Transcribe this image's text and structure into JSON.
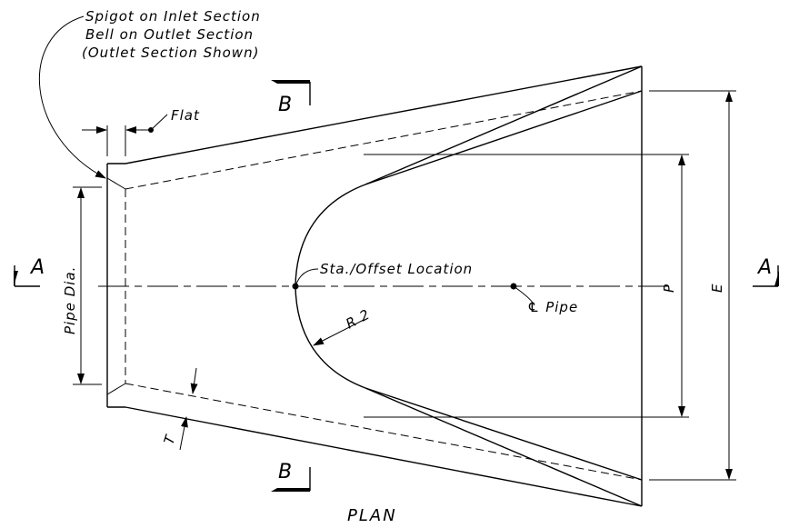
{
  "note": {
    "line1": "Spigot on Inlet Section",
    "line2": "Bell on Outlet Section",
    "line3": "(Outlet Section Shown)"
  },
  "labels": {
    "flat": "Flat",
    "pipe_dia": "Pipe Dia.",
    "location": "Sta./Offset Location",
    "centerline": "℄ Pipe",
    "radius": "R 2",
    "thickness": "T",
    "dim_p": "P",
    "dim_e": "E"
  },
  "sections": {
    "a_left": "A",
    "a_right": "A",
    "b_top": "B",
    "b_bottom": "B"
  },
  "view_title": "PLAN"
}
